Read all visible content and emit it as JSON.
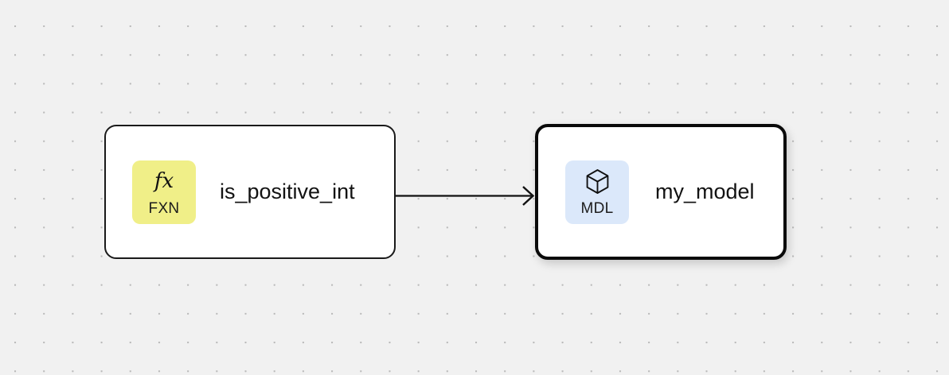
{
  "canvas": {
    "background_color": "#f1f1f1",
    "dot_color": "#b9b9b9",
    "grid_spacing": 36
  },
  "nodes": [
    {
      "id": "fxn-node",
      "title": "is_positive_int",
      "badge": {
        "glyph": "fx",
        "glyph_name": "function-fx-icon",
        "label": "FXN",
        "color": "#f0ef88"
      },
      "selected": false,
      "border_color": "#1a1a1a"
    },
    {
      "id": "mdl-node",
      "title": "my_model",
      "badge": {
        "glyph": "cube",
        "glyph_name": "cube-icon",
        "label": "MDL",
        "color": "#dbe8fa"
      },
      "selected": true,
      "border_color": "#0a0a0a"
    }
  ],
  "edges": [
    {
      "id": "edge-fxn-to-mdl",
      "from": "fxn-node",
      "to": "mdl-node",
      "color": "#111111",
      "arrowhead": "open-chevron"
    }
  ]
}
